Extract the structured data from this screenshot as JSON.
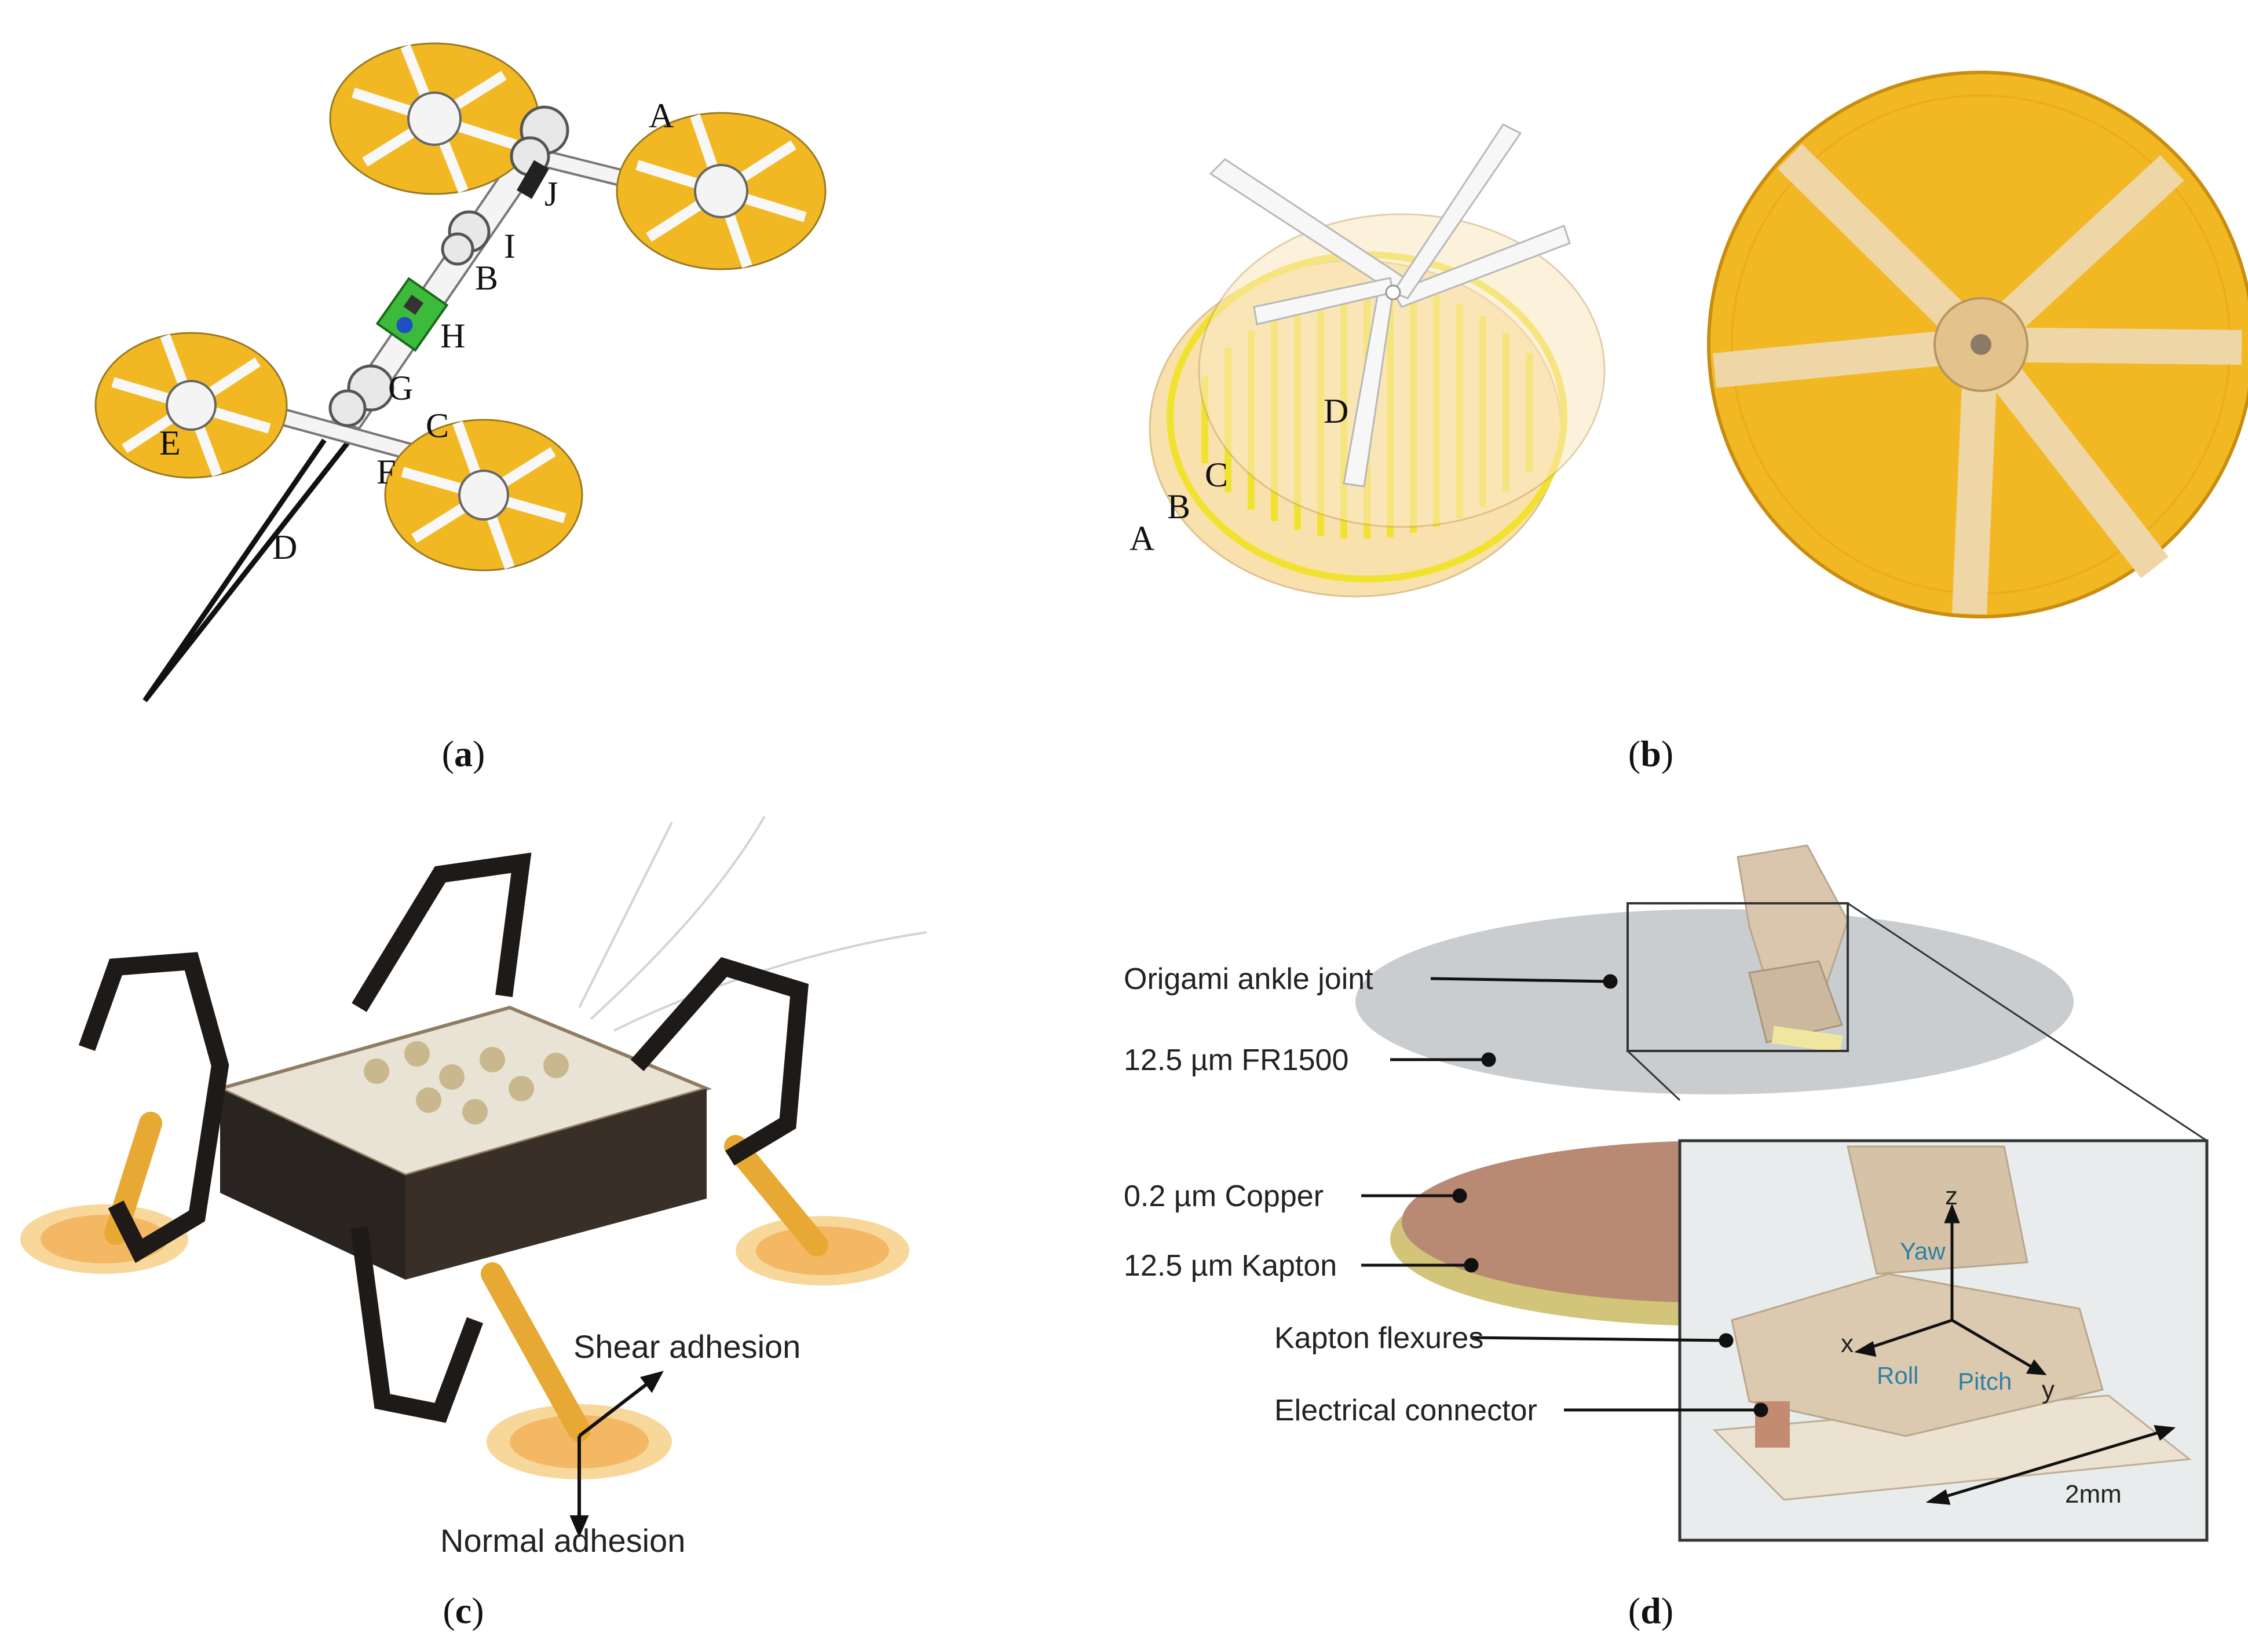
{
  "panels": {
    "a": {
      "caption": "a",
      "part_labels": [
        "A",
        "J",
        "I",
        "B",
        "H",
        "G",
        "C",
        "E",
        "F",
        "D"
      ]
    },
    "b": {
      "caption": "b",
      "part_labels": [
        "D",
        "C",
        "B",
        "A"
      ]
    },
    "c": {
      "caption": "c",
      "annotations": {
        "shear": "Shear adhesion",
        "normal": "Normal adhesion"
      }
    },
    "d": {
      "caption": "d",
      "layers": [
        "Origami ankle joint",
        "12.5 µm FR1500",
        "0.2 µm Copper",
        "12.5 µm Kapton",
        "Kapton flexures",
        "Electrical connector"
      ],
      "axes": {
        "z": "z",
        "x": "x",
        "y": "y",
        "yaw": "Yaw",
        "roll": "Roll",
        "pitch": "Pitch"
      },
      "scale": "2mm"
    }
  },
  "colors": {
    "pad_yellow": "#f2b824",
    "pad_light": "#f8dca0",
    "electrode": "#f2e230",
    "carbon": "#1e1a18",
    "fr1500": "#c9cdd0",
    "copper": "#b98a73",
    "kapton": "#cdbf6a",
    "joint": "#d9c6ad",
    "pcb_green": "#3cba3c"
  }
}
